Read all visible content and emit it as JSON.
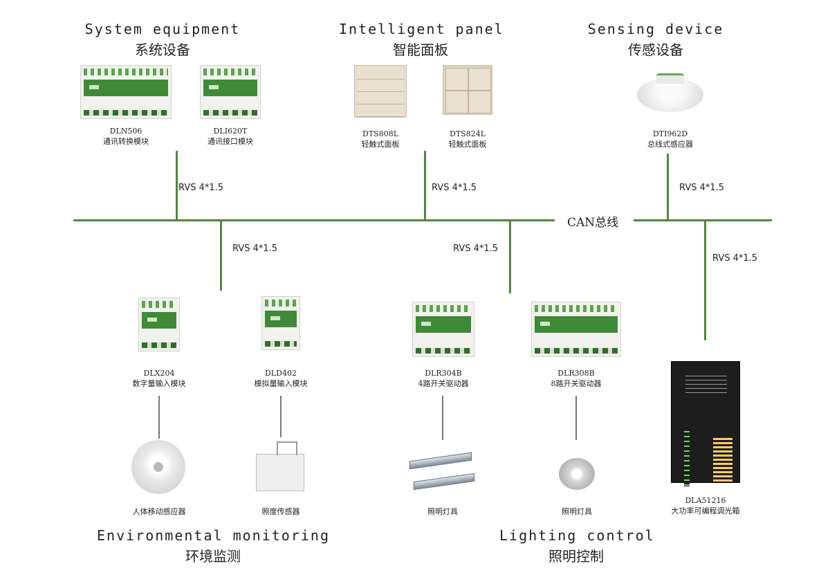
{
  "headers": {
    "system": {
      "en": "System equipment",
      "cn": "系统设备"
    },
    "panel": {
      "en": "Intelligent panel",
      "cn": "智能面板"
    },
    "sensing": {
      "en": "Sensing device",
      "cn": "传感设备"
    },
    "env": {
      "en": "Environmental monitoring",
      "cn": "环境监测"
    },
    "lighting": {
      "en": "Lighting control",
      "cn": "照明控制"
    }
  },
  "devices": {
    "dln506": {
      "model": "DLN506",
      "name": "通讯转换模块"
    },
    "dli620t": {
      "model": "DLI620T",
      "name": "通讯接口模块"
    },
    "dts808l": {
      "model": "DTS808L",
      "name": "轻触式面板"
    },
    "dts824l": {
      "model": "DTS824L",
      "name": "轻触式面板"
    },
    "dti962d": {
      "model": "DTI962D",
      "name": "总线式感应器"
    },
    "dlx204": {
      "model": "DLX204",
      "name": "数字量输入模块"
    },
    "dld402": {
      "model": "DLD402",
      "name": "模拟量输入模块"
    },
    "dlr304b": {
      "model": "DLR304B",
      "name": "4路开关驱动器"
    },
    "dlr308b": {
      "model": "DLR308B",
      "name": "8路开关驱动器"
    },
    "dla51216": {
      "model": "DLA51216",
      "name": "大功率可编程调光箱"
    }
  },
  "endpoints": {
    "motion": "人体移动感应器",
    "lux": "照度传感器",
    "lamp1": "照明灯具",
    "lamp2": "照明灯具"
  },
  "cables": {
    "c1": "RVS 4*1.5",
    "c2": "RVS 4*1.5",
    "c3": "RVS 4*1.5",
    "c4": "RVS 4*1.5",
    "c5": "RVS 4*1.5",
    "c6": "RVS 4*1.5"
  },
  "bus": {
    "label": "CAN总线"
  },
  "colors": {
    "bus": "#4a8a3a",
    "module_face": "#3f8a36"
  }
}
